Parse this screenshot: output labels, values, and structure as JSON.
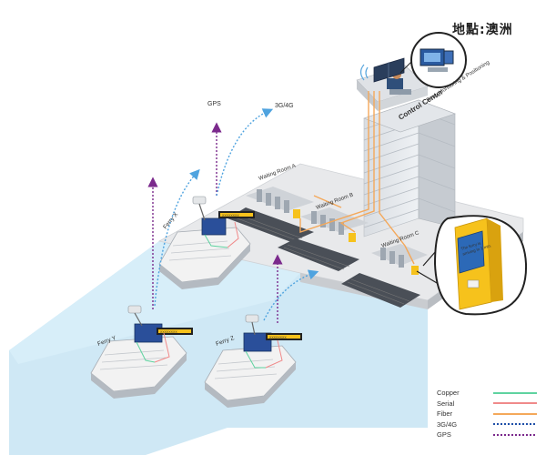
{
  "location_label": "地點:澳洲",
  "control_center": {
    "building_label": "Control Center",
    "monitor_label": "Ferry Monitoring & Positioning"
  },
  "waiting_rooms": [
    {
      "label": "Waiting Room A"
    },
    {
      "label": "Waiting Room B"
    },
    {
      "label": "Waiting Room C"
    }
  ],
  "kiosk": {
    "screen_text": "The ferry is\narriving in 1 min."
  },
  "ferries": [
    {
      "label": "Ferry X"
    },
    {
      "label": "Ferry Y"
    },
    {
      "label": "Ferry Z"
    }
  ],
  "device_sign": "XXXXXXXX",
  "signals": {
    "gps_label": "GPS",
    "cellular_label": "3G/4G"
  },
  "legend": [
    {
      "label": "Copper",
      "color": "#5fd3a0",
      "style": "solid"
    },
    {
      "label": "Serial",
      "color": "#f08a8a",
      "style": "solid"
    },
    {
      "label": "Fiber",
      "color": "#f4a85a",
      "style": "solid"
    },
    {
      "label": "3G/4G",
      "color": "#1f4fa8",
      "style": "dotted"
    },
    {
      "label": "GPS",
      "color": "#7b2a8c",
      "style": "dotted"
    }
  ],
  "colors": {
    "water": "#cfe8f5",
    "dock": "#e6e6e6",
    "gps": "#7b2a8c",
    "cellular": "#4fa3df",
    "fiber": "#f4a85a",
    "kiosk": "#f6c21c"
  }
}
